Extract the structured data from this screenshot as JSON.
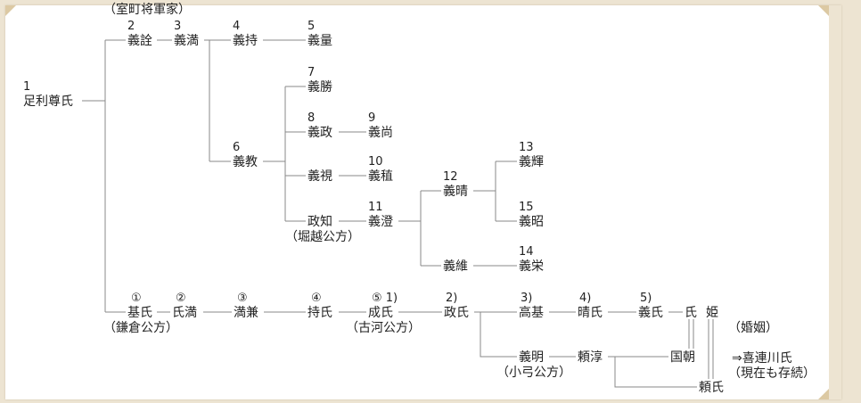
{
  "header_label": "（室町将軍家）",
  "people": [
    {
      "id": "takauji",
      "number": "1",
      "name": "足利尊氏"
    },
    {
      "id": "yoshiakira",
      "number": "2",
      "name": "義詮"
    },
    {
      "id": "yoshimitsu",
      "number": "3",
      "name": "義満"
    },
    {
      "id": "yoshimochi",
      "number": "4",
      "name": "義持"
    },
    {
      "id": "yoshikazu",
      "number": "5",
      "name": "義量"
    },
    {
      "id": "yoshinori",
      "number": "6",
      "name": "義教"
    },
    {
      "id": "yoshikatsu",
      "number": "7",
      "name": "義勝"
    },
    {
      "id": "yoshimasa",
      "number": "8",
      "name": "義政"
    },
    {
      "id": "yoshihisa",
      "number": "9",
      "name": "義尚"
    },
    {
      "id": "yoshimi",
      "number": "",
      "name": "義視"
    },
    {
      "id": "yoshitane",
      "number": "10",
      "name": "義稙"
    },
    {
      "id": "masatomo",
      "number": "",
      "name": "政知",
      "note": "（堀越公方）"
    },
    {
      "id": "yoshizumi",
      "number": "11",
      "name": "義澄"
    },
    {
      "id": "yoshiharu",
      "number": "12",
      "name": "義晴"
    },
    {
      "id": "yoshiteru",
      "number": "13",
      "name": "義輝"
    },
    {
      "id": "yoshiaki",
      "number": "15",
      "name": "義昭"
    },
    {
      "id": "yoshitsuna",
      "number": "",
      "name": "義維"
    },
    {
      "id": "yoshihide",
      "number": "14",
      "name": "義栄"
    },
    {
      "id": "motouji",
      "number": "①",
      "name": "基氏",
      "note": "（鎌倉公方）"
    },
    {
      "id": "ujimitsu",
      "number": "②",
      "name": "氏満"
    },
    {
      "id": "mitsukane",
      "number": "③",
      "name": "満兼"
    },
    {
      "id": "mochiuji",
      "number": "④",
      "name": "持氏"
    },
    {
      "id": "shigeuji",
      "number": "⑤ 1)",
      "name": "成氏",
      "note": "（古河公方）"
    },
    {
      "id": "masauji",
      "number": "2)",
      "name": "政氏"
    },
    {
      "id": "takamoto",
      "number": "3)",
      "name": "高基"
    },
    {
      "id": "haruuji",
      "number": "4)",
      "name": "晴氏"
    },
    {
      "id": "yoshiuji",
      "number": "5)",
      "name": "義氏"
    },
    {
      "id": "uji",
      "number": "",
      "name": "氏"
    },
    {
      "id": "hime",
      "number": "",
      "name": "姫"
    },
    {
      "id": "yoshiaki_oyumi",
      "number": "",
      "name": "義明",
      "note": "（小弓公方）"
    },
    {
      "id": "yorizumi",
      "number": "",
      "name": "頼淳"
    },
    {
      "id": "kunitomo",
      "number": "",
      "name": "国朝"
    },
    {
      "id": "yoriuji",
      "number": "",
      "name": "頼氏"
    }
  ],
  "annotations": {
    "marriage": "（婚姻）",
    "kitsuregawa": "⇒喜連川氏",
    "extant": "（現在も存続）"
  }
}
